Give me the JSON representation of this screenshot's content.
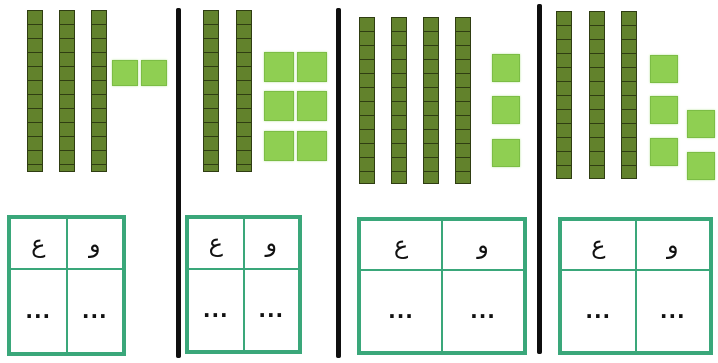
{
  "colors": {
    "rod": "#62822c",
    "rod_line": "#2f3d12",
    "unit": "#8fcf52",
    "table_border": "#3aa77a",
    "divider": "#0f0f0f"
  },
  "exercises": [
    {
      "tens": 3,
      "units": 2,
      "header_left": "ع",
      "header_right": "و",
      "answer_left": "...",
      "answer_right": "..."
    },
    {
      "tens": 2,
      "units": 6,
      "header_left": "ع",
      "header_right": "و",
      "answer_left": "...",
      "answer_right": "..."
    },
    {
      "tens": 4,
      "units": 3,
      "header_left": "ع",
      "header_right": "و",
      "answer_left": "...",
      "answer_right": "..."
    },
    {
      "tens": 3,
      "units": 5,
      "header_left": "ع",
      "header_right": "و",
      "answer_left": "...",
      "answer_right": "..."
    }
  ]
}
